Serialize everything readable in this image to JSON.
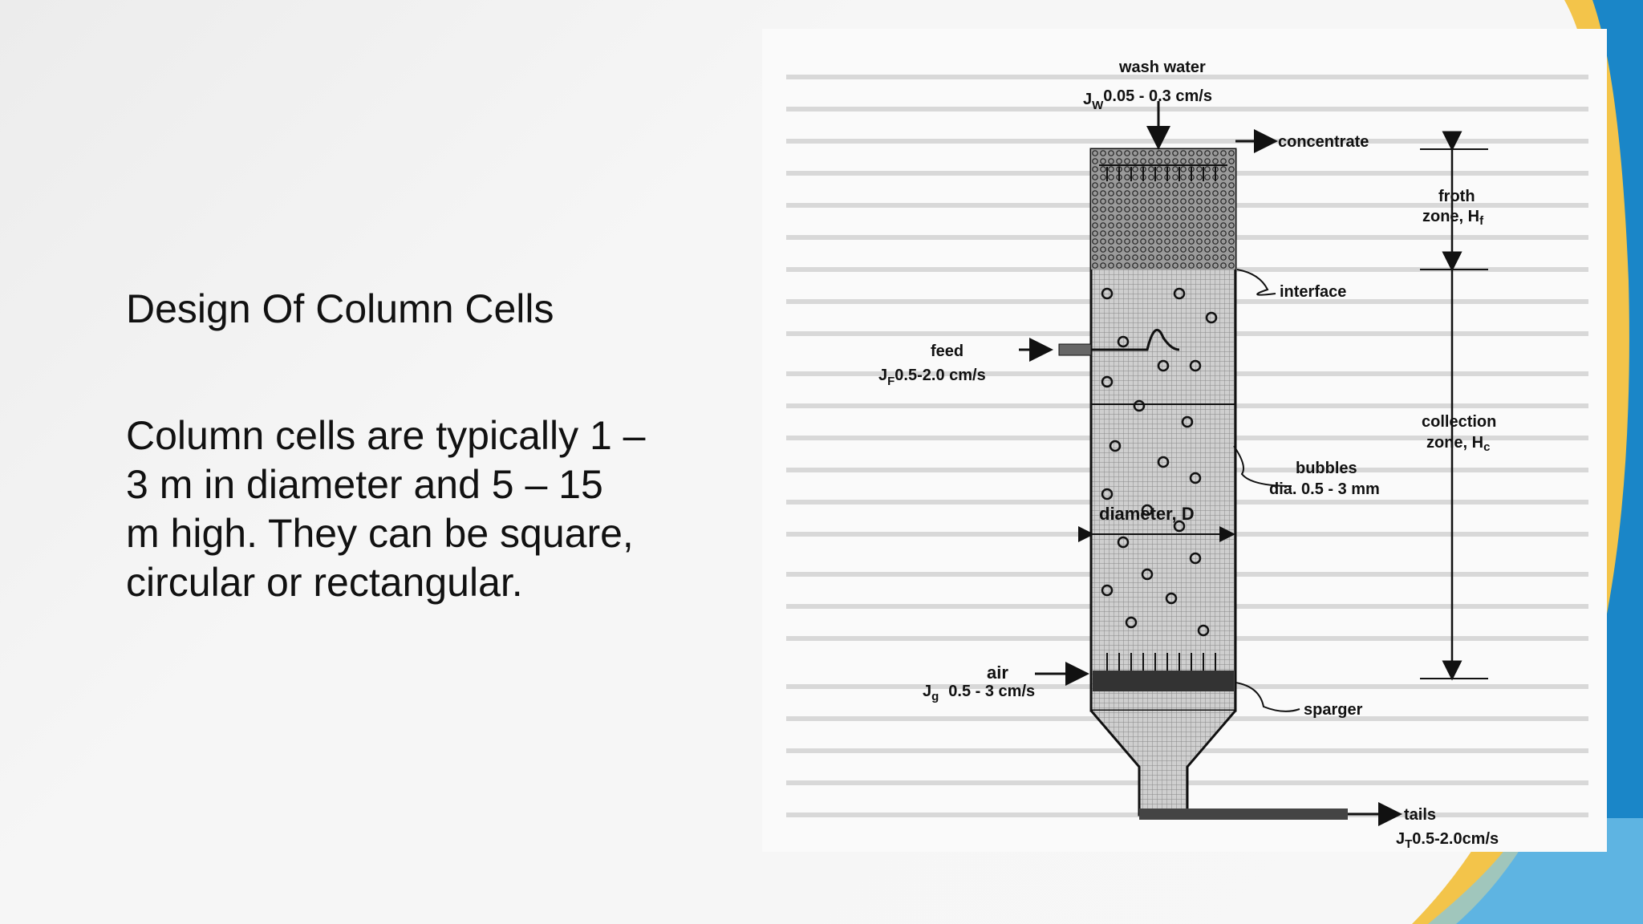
{
  "slide": {
    "title": "Design Of Column Cells",
    "body": "Column cells are typically 1 – 3 m in diameter and 5 – 15 m high. They can be square, circular or rectangular."
  },
  "figure": {
    "wash_water": "wash water",
    "jw_symbol": "J",
    "jw_sub": "W",
    "jw_value": "0.05 - 0.3 cm/s",
    "concentrate": "concentrate",
    "froth_zone_line1": "froth",
    "froth_zone_line2": "zone, H",
    "froth_zone_sub": "f",
    "interface": "interface",
    "feed": "feed",
    "jf_symbol": "J",
    "jf_sub": "F",
    "jf_value": "0.5-2.0  cm/s",
    "collection_line1": "collection",
    "collection_line2": "zone, H",
    "collection_sub": "c",
    "bubbles": "bubbles",
    "bubbles_dia": "dia. 0.5 - 3 mm",
    "diameter": "diameter, D",
    "air": "air",
    "jg_symbol": "J",
    "jg_sub": "g",
    "jg_value": "0.5 - 3 cm/s",
    "sparger": "sparger",
    "tails": "tails",
    "jt_symbol": "J",
    "jt_sub": "T",
    "jt_value": "0.5-2.0cm/s"
  },
  "colors": {
    "text": "#111111",
    "deco_yellow": "#f3c44a",
    "deco_blue": "#1a86c8",
    "deco_lightblue": "#7cc7ec"
  }
}
